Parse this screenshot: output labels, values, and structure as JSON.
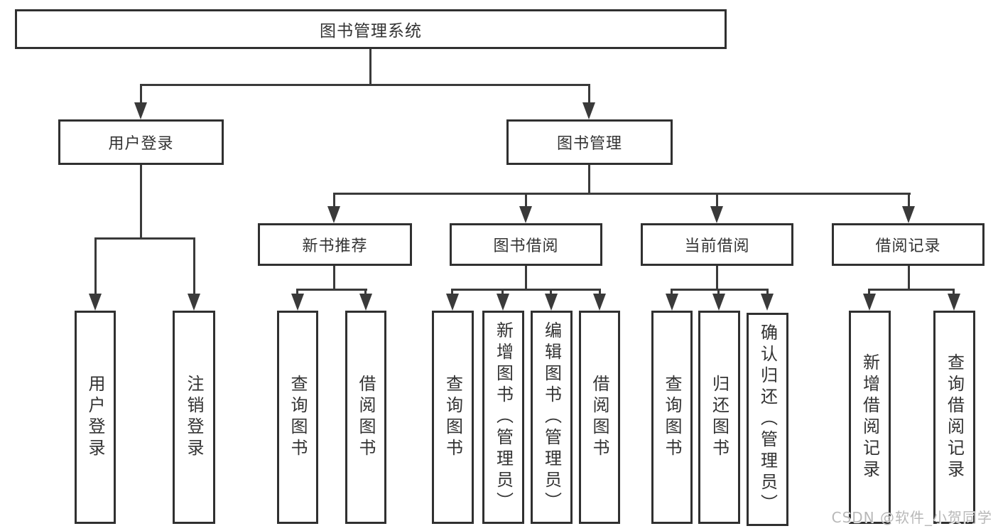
{
  "page": {
    "background": "#ffffff"
  },
  "colors": {
    "line": "#3a3a3a",
    "box_border": "#303030",
    "text": "#333333",
    "watermark": "#b8b8b8"
  },
  "tree": {
    "root": "图书管理系统",
    "branches": [
      {
        "label": "用户登录",
        "leaves": [
          "用户登录",
          "注销登录"
        ]
      },
      {
        "label": "图书管理",
        "groups": [
          {
            "label": "新书推荐",
            "leaves": [
              "查询图书",
              "借阅图书"
            ]
          },
          {
            "label": "图书借阅",
            "leaves": [
              "查询图书",
              "新增图书（管理员）",
              "编辑图书（管理员）",
              "借阅图书"
            ]
          },
          {
            "label": "当前借阅",
            "leaves": [
              "查询图书",
              "归还图书",
              "确认归还（管理员）"
            ]
          },
          {
            "label": "借阅记录",
            "leaves": [
              "新增借阅记录",
              "查询借阅记录"
            ]
          }
        ]
      }
    ]
  },
  "watermark": "CSDN @软件_小贺同学"
}
